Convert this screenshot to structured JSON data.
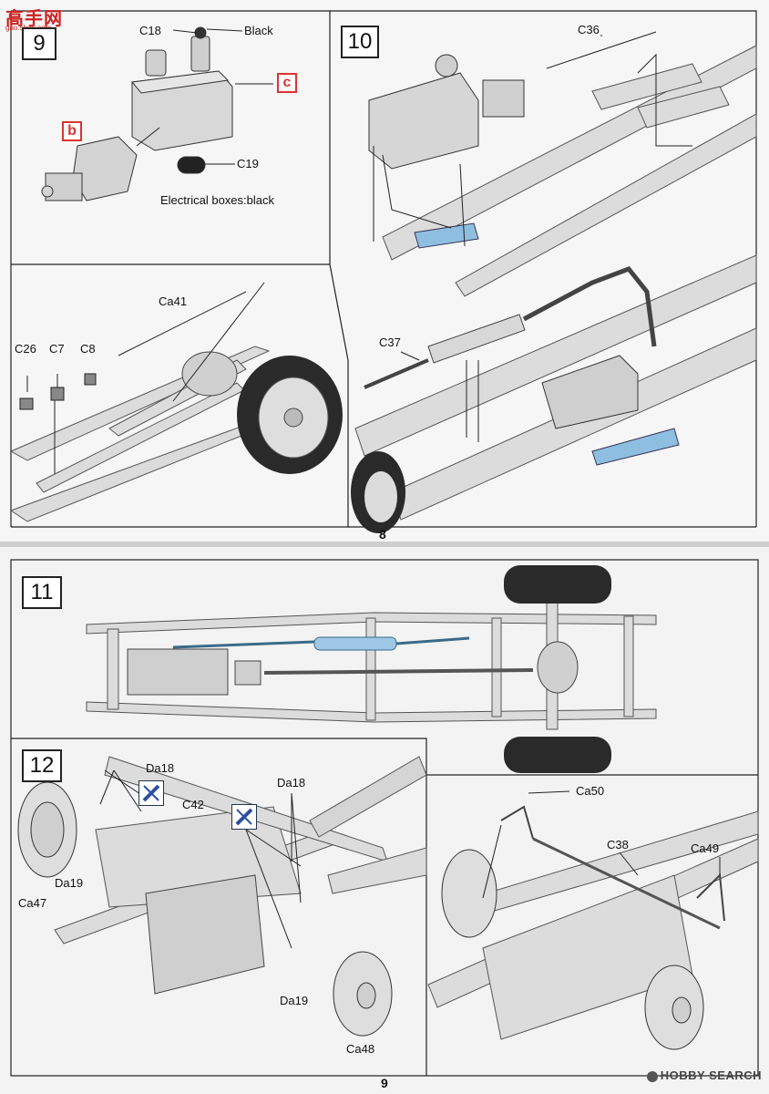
{
  "logo": {
    "cn": "高手网",
    "sub": "gao.shou.com"
  },
  "page8": {
    "number": "8",
    "steps": {
      "s9": {
        "number": "9"
      },
      "s10": {
        "number": "10"
      }
    },
    "labels": {
      "c18": "C18",
      "black": "Black",
      "c": "c",
      "b": "b",
      "c19": "C19",
      "electrical": "Electrical boxes:black",
      "c36": "C36",
      "ca41": "Ca41",
      "c26": "C26",
      "c7": "C7",
      "c8": "C8",
      "c37": "C37"
    }
  },
  "page9": {
    "number": "9",
    "steps": {
      "s11": {
        "number": "11"
      },
      "s12": {
        "number": "12"
      }
    },
    "labels": {
      "da18a": "Da18",
      "c42": "C42",
      "da18b": "Da18",
      "ca47": "Ca47",
      "da19a": "Da19",
      "da19b": "Da19",
      "ca48": "Ca48",
      "ca50": "Ca50",
      "c38": "C38",
      "ca49": "Ca49"
    }
  },
  "watermark": "HOBBY SEARCH",
  "colors": {
    "frame": "#b9b9bb",
    "line": "#222222",
    "accent_red": "#d33333",
    "blue_part": "#7fb4d8"
  }
}
